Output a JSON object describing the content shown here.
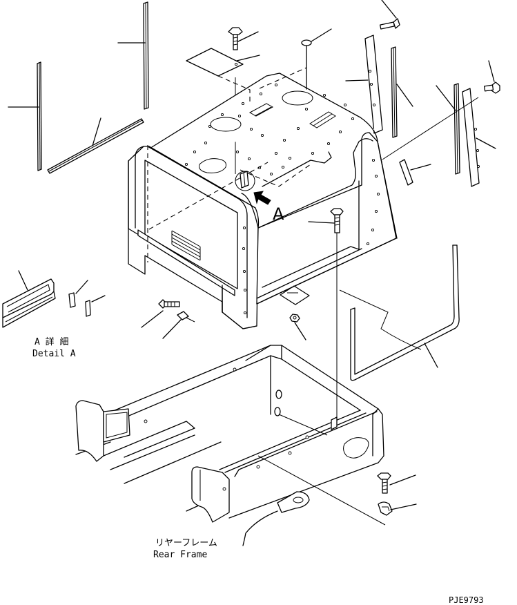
{
  "labels": {
    "view_marker": "A",
    "detail_ja": "A 詳 細",
    "detail_en": "Detail A",
    "frame_ja": "リヤーフレーム",
    "frame_en": "Rear Frame",
    "drawing_code": "PJE9793"
  },
  "icons": {
    "view_arrow": "arrow-pointer-icon"
  }
}
